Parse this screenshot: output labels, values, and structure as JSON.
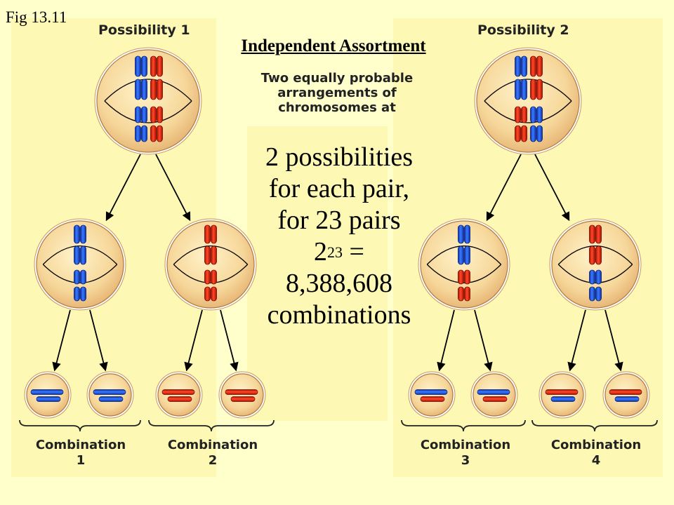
{
  "figure_label": "Fig 13.11",
  "possibility_1": "Possibility 1",
  "possibility_2": "Possibility 2",
  "title": "Independent Assortment",
  "subtitle_lines": [
    "Two equally probable",
    "arrangements of",
    "chromosomes at"
  ],
  "main_text": {
    "line1": "2 possibilities",
    "line2": "for each pair,",
    "line3": "for 23 pairs",
    "base": "2",
    "exponent": "23",
    "equals": " =",
    "result": "8,388,608",
    "unit": "combinations"
  },
  "combinations": [
    {
      "word": "Combination",
      "number": "1"
    },
    {
      "word": "Combination",
      "number": "2"
    },
    {
      "word": "Combination",
      "number": "3"
    },
    {
      "word": "Combination",
      "number": "4"
    }
  ],
  "colors": {
    "background": "#ffffcc",
    "panel": "#fdf8b4",
    "cell_fill": "#f7d99a",
    "cell_edge": "#c08850",
    "chromosome_blue": "#1a56e0",
    "chromosome_red": "#e02010"
  }
}
